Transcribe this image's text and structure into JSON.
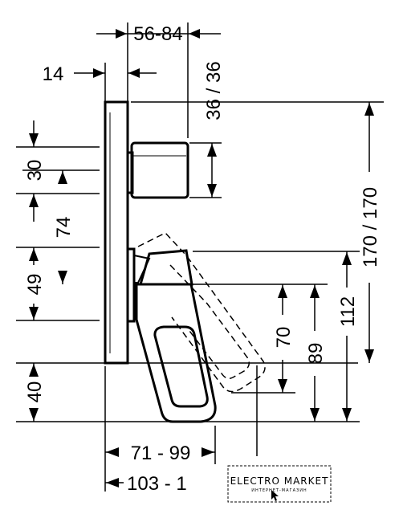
{
  "dimensions": {
    "top_range": "56-84",
    "top_depth": "14",
    "right_vertical_top": "36 / 36",
    "right_height": "170 / 170",
    "left_30": "30",
    "left_74": "74",
    "left_49": "49",
    "left_40": "40",
    "right_70": "70",
    "right_89": "89",
    "right_112": "112",
    "bottom_spout": "71 - 99",
    "bottom_overall": "103 - 1"
  },
  "watermark": {
    "brand": "ELECTRO MARKET",
    "tagline": "ИНТЕРНЕТ-МАГАЗИН"
  },
  "colors": {
    "line": "#000000",
    "background": "#ffffff"
  }
}
